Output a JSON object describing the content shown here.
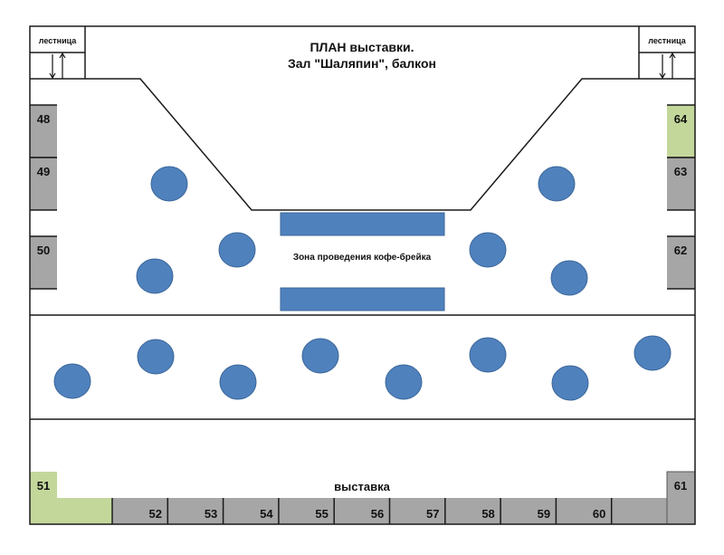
{
  "title": {
    "line1": "ПЛАН выставки.",
    "line2": "Зал \"Шаляпин\", балкон"
  },
  "stairs": {
    "left_label": "лестница",
    "right_label": "лестница"
  },
  "coffee_zone_label": "Зона проведения кофе-брейка",
  "exhibition_label": "выставка",
  "colors": {
    "booth_gray": "#a6a6a6",
    "booth_free": "#c4d79b",
    "table_blue": "#4f81bd",
    "table_stroke": "#3b6699"
  },
  "booths": {
    "left": [
      {
        "num": "48",
        "status": "occupied"
      },
      {
        "num": "49",
        "status": "occupied"
      },
      {
        "num": "50",
        "status": "occupied"
      }
    ],
    "right": [
      {
        "num": "64",
        "status": "free"
      },
      {
        "num": "63",
        "status": "occupied"
      },
      {
        "num": "62",
        "status": "occupied"
      }
    ],
    "bottom": [
      {
        "num": "51",
        "status": "free"
      },
      {
        "num": "52",
        "status": "occupied"
      },
      {
        "num": "53",
        "status": "occupied"
      },
      {
        "num": "54",
        "status": "occupied"
      },
      {
        "num": "55",
        "status": "occupied"
      },
      {
        "num": "56",
        "status": "occupied"
      },
      {
        "num": "57",
        "status": "occupied"
      },
      {
        "num": "58",
        "status": "occupied"
      },
      {
        "num": "59",
        "status": "occupied"
      },
      {
        "num": "60",
        "status": "occupied"
      },
      {
        "num": "61",
        "status": "occupied"
      }
    ]
  },
  "table_count": 14
}
